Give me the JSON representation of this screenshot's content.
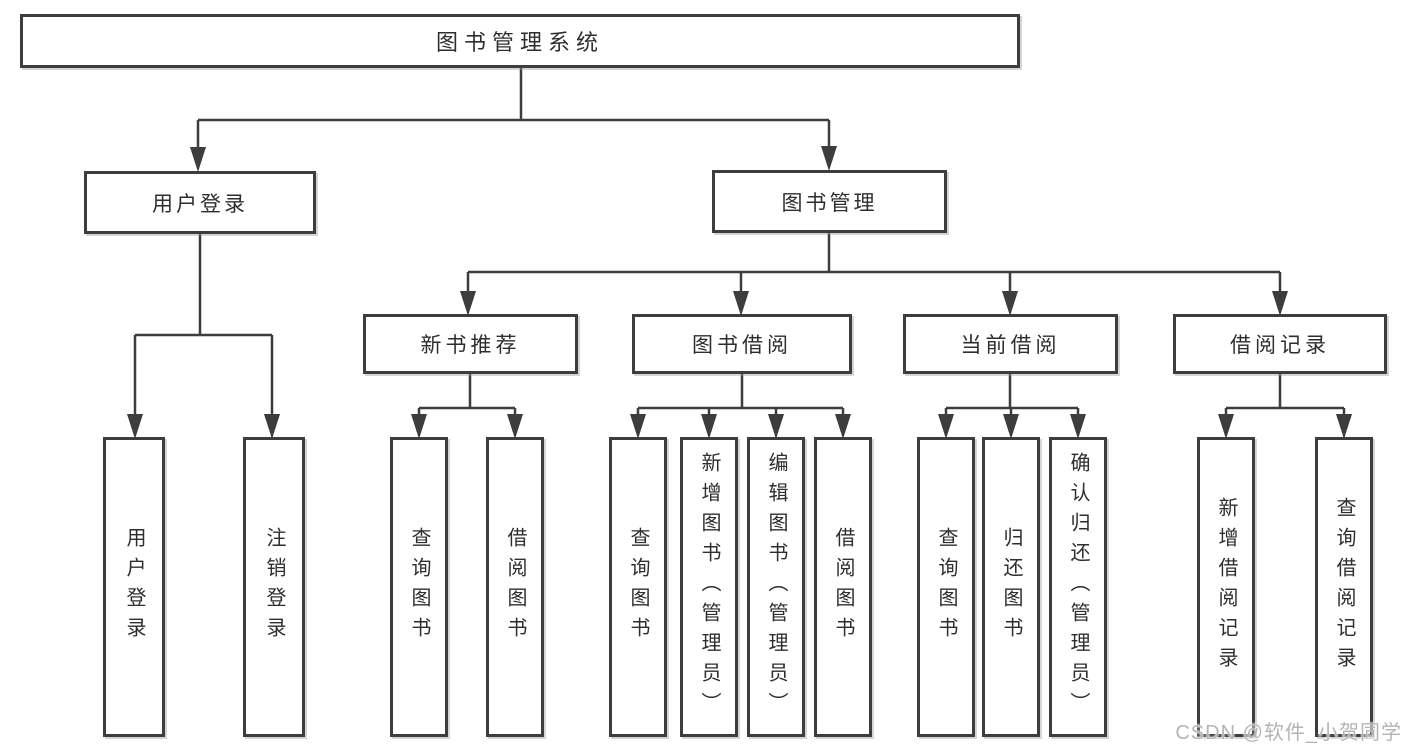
{
  "diagram": {
    "root": {
      "label": "图书管理系统",
      "children": [
        {
          "label": "用户登录",
          "children": [
            {
              "label": "用户登录"
            },
            {
              "label": "注销登录"
            }
          ]
        },
        {
          "label": "图书管理",
          "children": [
            {
              "label": "新书推荐",
              "children": [
                {
                  "label": "查询图书"
                },
                {
                  "label": "借阅图书"
                }
              ]
            },
            {
              "label": "图书借阅",
              "children": [
                {
                  "label": "查询图书"
                },
                {
                  "label": "新增图书（管理员）"
                },
                {
                  "label": "编辑图书（管理员）"
                },
                {
                  "label": "借阅图书"
                }
              ]
            },
            {
              "label": "当前借阅",
              "children": [
                {
                  "label": "查询图书"
                },
                {
                  "label": "归还图书"
                },
                {
                  "label": "确认归还（管理员）"
                }
              ]
            },
            {
              "label": "借阅记录",
              "children": [
                {
                  "label": "新增借阅记录"
                },
                {
                  "label": "查询借阅记录"
                }
              ]
            }
          ]
        }
      ]
    }
  },
  "watermark": {
    "text": "CSDN @软件_小贺同学"
  },
  "colors": {
    "line": "#3d3d3d",
    "text": "#2e2e2e",
    "watermark": "#b4b4b4",
    "background": "#ffffff"
  }
}
